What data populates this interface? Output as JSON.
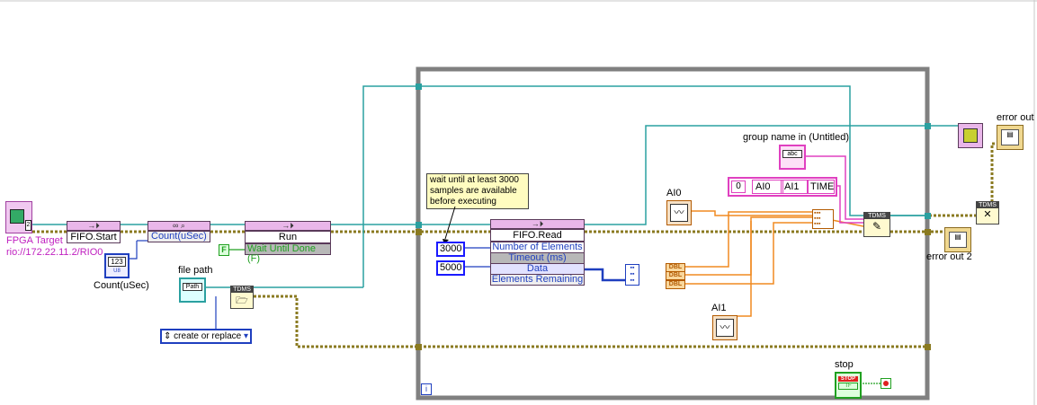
{
  "fpga_target": {
    "label": "FPGA Target",
    "address": "rio://172.22.11.2/RIO0"
  },
  "fifo_start": {
    "title": "FIFO.Start"
  },
  "count_node": {
    "row": "Count(uSec)"
  },
  "count_indicator": {
    "label": "Count(uSec)",
    "glyph": "123",
    "type": "U8"
  },
  "run_node": {
    "title": "Run",
    "row": "Wait Until Done (F)"
  },
  "false_const": {
    "text": "F"
  },
  "file_path": {
    "label": "file path",
    "glyph": "Path"
  },
  "open_tdms": {
    "text": "TDMS"
  },
  "operation_enum": {
    "value": "create or replace"
  },
  "comment": {
    "text": "wait until at least 3000 samples are available before executing"
  },
  "const_3000": {
    "value": "3000"
  },
  "const_5000": {
    "value": "5000"
  },
  "fifo_read": {
    "title": "FIFO.Read",
    "rows": [
      "Number of Elements",
      "Timeout (ms)",
      "Data",
      "Elements Remaining"
    ]
  },
  "ai0": {
    "label": "AI0"
  },
  "ai1": {
    "label": "AI1"
  },
  "dbl_labels": [
    "DBL",
    "DBL",
    "DBL"
  ],
  "group_name": {
    "label": "group name in (Untitled)",
    "glyph": "abc"
  },
  "channel_array": {
    "index": "0",
    "items": [
      "AI0",
      "AI1",
      "TIME"
    ]
  },
  "write_tdms": {
    "text": "TDMS"
  },
  "close_tdms": {
    "text": "TDMS"
  },
  "error_out": {
    "label": "error out"
  },
  "error_out_2": {
    "label": "error out 2"
  },
  "stop": {
    "label": "stop",
    "glyph": "STOP",
    "type": "TF"
  },
  "loop_iteration": {
    "text": "i"
  },
  "colors": {
    "fpga_ref": "#2aa0a0",
    "error": "#8a7a20",
    "numeric": "#1f3fbf",
    "waveform": "#f08a20",
    "string": "#e040c0",
    "loop": "#808080",
    "boolean": "#20a020"
  }
}
